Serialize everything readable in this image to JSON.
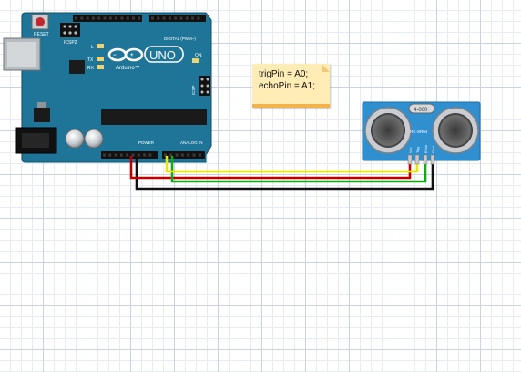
{
  "arduino": {
    "reset_label": "RESET",
    "icsp2_label": "ICSP2",
    "icsp_label": "ICSP",
    "l_label": "L",
    "tx_label": "TX",
    "rx_label": "RX",
    "on_label": "ON",
    "logo_text": "∞",
    "uno_label": "UNO",
    "brand_label": "Arduino™",
    "digital_label": "DIGITAL (PWM~)",
    "power_label": "POWER",
    "analog_label": "ANALOG IN"
  },
  "sensor": {
    "model_label": "HC-SR04",
    "top_label": "4-000",
    "pins": [
      "Vcc",
      "Trig",
      "Echo",
      "Gnd"
    ]
  },
  "note": {
    "line1": "trigPin = A0;",
    "line2": "echoPin = A1;"
  },
  "colors": {
    "board": "#1f7597",
    "wire_5v": "#c00000",
    "wire_gnd": "#111111",
    "wire_trig": "#e8e800",
    "wire_echo": "#16a616",
    "sensor_board": "#2f8fcf"
  }
}
